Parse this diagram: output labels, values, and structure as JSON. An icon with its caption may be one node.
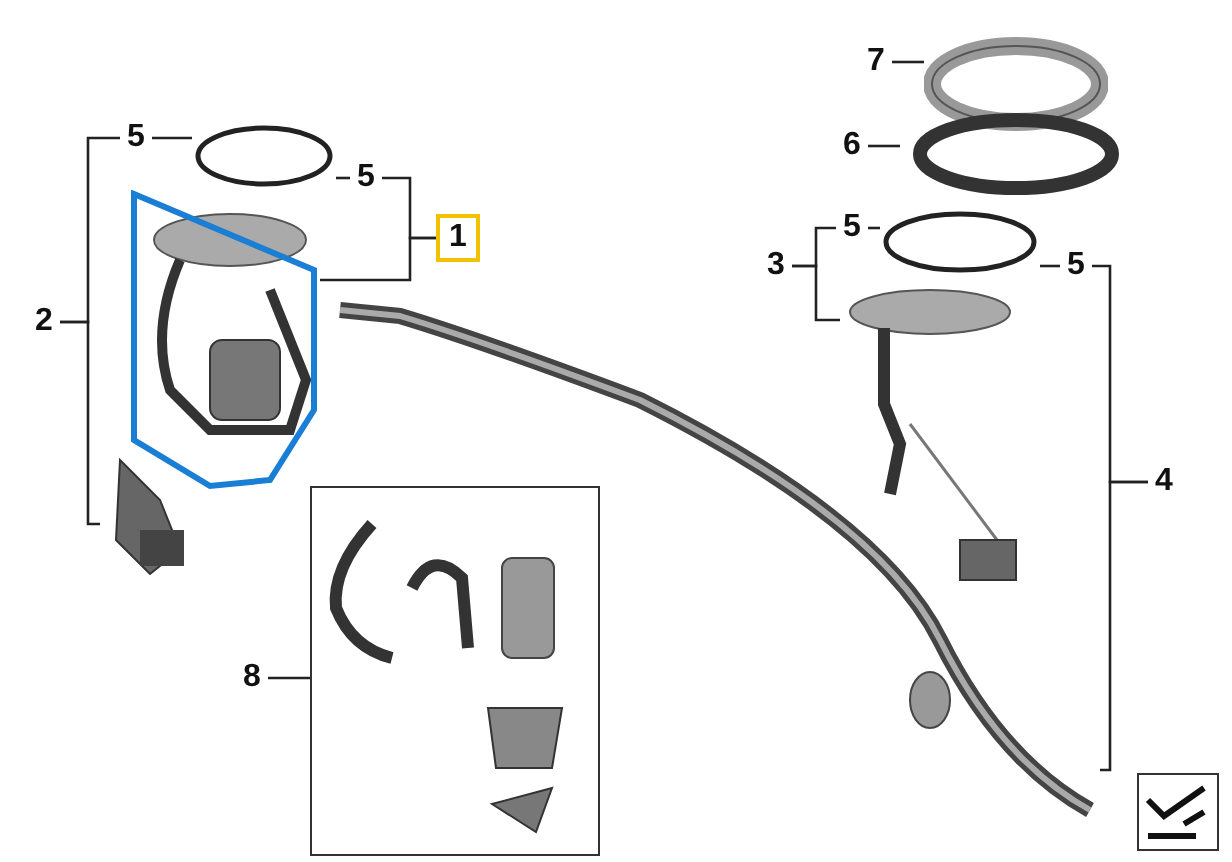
{
  "diagram": {
    "nodes": [
      {
        "text": [
          "2"
        ]
      },
      {
        "text": [
          "5"
        ]
      },
      {
        "text": [
          "5"
        ]
      },
      {
        "text": [
          "1"
        ]
      },
      {
        "text": [],
        "shape": "circle"
      },
      {
        "text": [],
        "shape": "picture"
      },
      {
        "text": [],
        "shape": "picture"
      },
      {
        "text": [
          "7"
        ]
      },
      {
        "text": [
          "6"
        ]
      },
      {
        "text": [
          "5"
        ]
      },
      {
        "text": [
          "5"
        ]
      },
      {
        "text": [
          "3"
        ]
      },
      {
        "text": [
          "4"
        ]
      },
      {
        "text": [
          "8"
        ]
      },
      {
        "text": [],
        "shape": "circle"
      },
      {
        "text": [],
        "shape": "circle"
      },
      {
        "text": [],
        "shape": "circle"
      },
      {
        "text": [],
        "shape": "picture"
      },
      {
        "text": [],
        "shape": "picture"
      },
      {
        "text": [],
        "shape": "box"
      }
    ],
    "edges": [
      {
        "from": 1,
        "to": 4,
        "arrow": "none"
      },
      {
        "from": 2,
        "to": 4,
        "arrow": "none"
      },
      {
        "from": 0,
        "to": 1,
        "arrow": "none"
      },
      {
        "from": 0,
        "to": 6,
        "arrow": "none"
      },
      {
        "from": 3,
        "to": 2,
        "arrow": "none"
      },
      {
        "from": 3,
        "to": 5,
        "arrow": "none"
      },
      {
        "from": 7,
        "to": 14,
        "arrow": "none"
      },
      {
        "from": 8,
        "to": 15,
        "arrow": "none"
      },
      {
        "from": 9,
        "to": 16,
        "arrow": "none"
      },
      {
        "from": 10,
        "to": 16,
        "arrow": "none"
      },
      {
        "from": 11,
        "to": 9,
        "arrow": "none"
      },
      {
        "from": 11,
        "to": 17,
        "arrow": "none"
      },
      {
        "from": 12,
        "to": 10,
        "arrow": "none"
      },
      {
        "from": 12,
        "to": 18,
        "arrow": "none"
      },
      {
        "from": 13,
        "to": 19,
        "arrow": "none"
      }
    ]
  }
}
